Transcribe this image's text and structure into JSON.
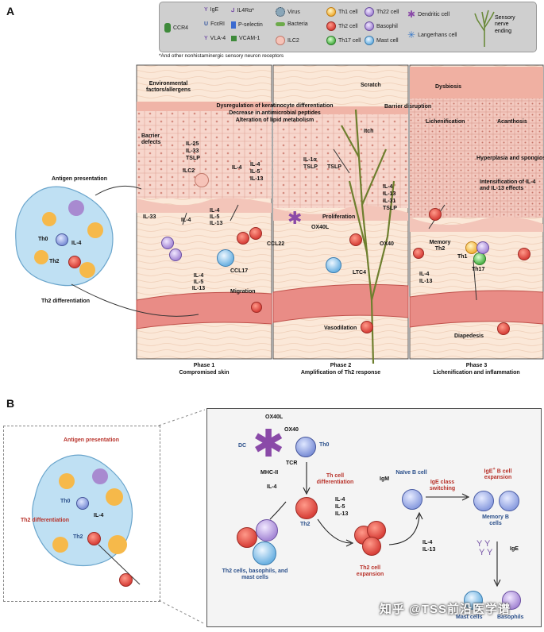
{
  "panel_a": {
    "letter": "A",
    "legend": {
      "items": [
        {
          "label": "CCR4",
          "icon": "ccr4-receptor-icon"
        },
        {
          "label": "IgE",
          "icon": "ige-antibody-icon"
        },
        {
          "label": "IL4Rα*",
          "icon": "il4ra-receptor-icon"
        },
        {
          "label": "FcεRI",
          "icon": "fceri-receptor-icon"
        },
        {
          "label": "P-selectin",
          "icon": "p-selectin-icon"
        },
        {
          "label": "VLA-4",
          "icon": "vla4-icon"
        },
        {
          "label": "VCAM-1",
          "icon": "vcam1-icon"
        },
        {
          "label": "Virus",
          "icon": "virus-icon"
        },
        {
          "label": "Bacteria",
          "icon": "bacteria-icon"
        },
        {
          "label": "ILC2",
          "icon": "ilc2-cell-icon"
        },
        {
          "label": "Th1 cell",
          "icon": "th1-cell-icon"
        },
        {
          "label": "Th2 cell",
          "icon": "th2-cell-icon"
        },
        {
          "label": "Th17 cell",
          "icon": "th17-cell-icon"
        },
        {
          "label": "Th22 cell",
          "icon": "th22-cell-icon"
        },
        {
          "label": "Basophil",
          "icon": "basophil-icon"
        },
        {
          "label": "Mast cell",
          "icon": "mast-cell-icon"
        },
        {
          "label": "Dendritic cell",
          "icon": "dendritic-cell-icon"
        },
        {
          "label": "Langerhans cell",
          "icon": "langerhans-cell-icon"
        },
        {
          "label": "Sensory nerve ending",
          "icon": "sensory-nerve-icon"
        }
      ],
      "note": "*And other nonhistaminergic sensory neuron receptors"
    },
    "left": {
      "antigen": "Antigen presentation",
      "th0": "Th0",
      "il4": "IL-4",
      "th2": "Th2",
      "th2_diff": "Th2 differentiation"
    },
    "phase1": {
      "env": "Environmental factors/allergens",
      "barrier": "Barrier defects",
      "il25": "IL-25",
      "il33a": "IL-33",
      "tslp": "TSLP",
      "ilc2": "ILC2",
      "il33b": "IL-33",
      "il4a": "IL-4",
      "il4b": "IL-4",
      "il5": "IL-5",
      "il13": "IL-13",
      "ccl17": "CCL17",
      "migration": "Migration",
      "caption": "Phase 1",
      "subcaption": "Compromised skin"
    },
    "phase1_cytokines": {
      "il4": "IL-4",
      "il5": "IL-5",
      "il13": "IL-13",
      "il4c": "IL-4"
    },
    "phase1_bottom": {
      "il4": "IL-4",
      "il5": "IL-5",
      "il13": "IL-13"
    },
    "top_text": {
      "line1": "Dysregulation of keratinocyte differentiation",
      "line2": "Decrease in antimicrobial peptides",
      "line3": "Alteration of lipid metabolism"
    },
    "mid_cytokines": {
      "il4": "IL-4",
      "il5": "IL-5",
      "il13": "IL-13"
    },
    "ccl22": "CCL22",
    "phase2": {
      "scratch": "Scratch",
      "itch": "Itch",
      "il1a": "IL-1α",
      "tslp_a": "TSLP",
      "tslp_b": "TSLP",
      "il4": "IL-4",
      "il13": "IL-13",
      "il31": "IL-31",
      "tslp_c": "TSLP",
      "proliferation": "Proliferation",
      "ox40l": "OX40L",
      "ox40": "OX40",
      "ltc4": "LTC4",
      "vasodilation": "Vasodilation",
      "caption": "Phase 2",
      "subcaption": "Amplification of Th2 response"
    },
    "phase3": {
      "barrier_disruption": "Barrier disruption",
      "dysbiosis": "Dysbiosis",
      "lichenification": "Lichenification",
      "acanthosis": "Acanthosis",
      "hyperplasia": "Hyperplasia and spongiosis",
      "intensification": "Intensification of IL-4 and IL-13 effects",
      "memory": "Memory Th2",
      "th1": "Th1",
      "th17": "Th17",
      "il4": "IL-4",
      "il13": "IL-13",
      "diapedesis": "Diapedesis",
      "caption": "Phase 3",
      "subcaption": "Lichenification and inflammation"
    }
  },
  "panel_b": {
    "letter": "B",
    "left": {
      "antigen": "Antigen presentation",
      "th0": "Th0",
      "il4": "IL-4",
      "th2_diff": "Th2 differentiation",
      "th2": "Th2"
    },
    "right": {
      "ox40l": "OX40L",
      "ox40": "OX40",
      "dc": "DC",
      "th0": "Th0",
      "tcr": "TCR",
      "mhc": "MHC-II",
      "il4a": "IL-4",
      "th_diff": "Th cell differentiation",
      "th2": "Th2",
      "il4b": "IL-4",
      "il5": "IL-5",
      "il13a": "IL-13",
      "igm": "IgM",
      "naive": "Naïve B cell",
      "ige_switch": "IgE class switching",
      "ige_exp_pre": "IgE",
      "ige_exp_sup": "+",
      "ige_exp_post": " B cell expansion",
      "memory": "Memory B cells",
      "ige": "IgE",
      "il4c": "IL-4",
      "il13b": "IL-13",
      "th2_exp": "Th2 cell expansion",
      "th2_cells": "Th2 cells, basophils, and mast cells",
      "mast": "Mast cells",
      "basophils": "Basophils"
    }
  },
  "watermark": "知乎 @TSS前沿医学谱",
  "colors": {
    "red_label": "#b8322a",
    "blue_label": "#2a4f8a",
    "skin": "#f6d3c6",
    "vessel": "#e98c86"
  }
}
